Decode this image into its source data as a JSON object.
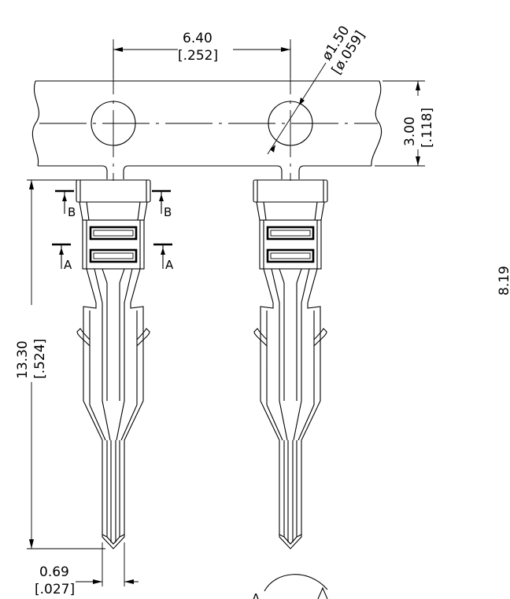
{
  "dimensions": {
    "pitch": {
      "metric": "6.40",
      "imperial": "[.252]"
    },
    "hole_diameter": {
      "metric": "ø1.50",
      "imperial": "[ø.059]"
    },
    "strip_width": {
      "metric": "3.00",
      "imperial": "[.118]"
    },
    "length": {
      "metric": "13.30",
      "imperial": "[.524]"
    },
    "pin_width": {
      "metric": "0.69",
      "imperial": "[.027]"
    },
    "partial_right": "8.19"
  },
  "section_labels": {
    "b_left": "B",
    "b_right": "B",
    "a_left": "A",
    "a_right": "A",
    "partial_bottom": "A"
  }
}
